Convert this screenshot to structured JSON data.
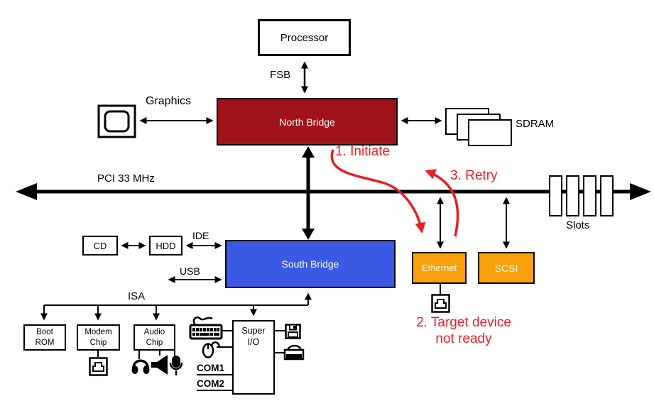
{
  "diagram": {
    "nodes": {
      "processor": "Processor",
      "north_bridge": "North Bridge",
      "south_bridge": "South Bridge",
      "ethernet": "Ethernet",
      "scsi": "SCSI",
      "cd": "CD",
      "hdd": "HDD",
      "boot_rom": {
        "line1": "Boot",
        "line2": "ROM"
      },
      "modem_chip": {
        "line1": "Modem",
        "line2": "Chip"
      },
      "audio_chip": {
        "line1": "Audio",
        "line2": "Chip"
      },
      "super_io": {
        "line1": "Super",
        "line2": "I/O"
      }
    },
    "bus_labels": {
      "fsb": "FSB",
      "graphics": "Graphics",
      "sdram": "SDRAM",
      "pci": "PCI 33 MHz",
      "slots": "Slots",
      "ide": "IDE",
      "usb": "USB",
      "isa": "ISA",
      "com1": "COM1",
      "com2": "COM2"
    },
    "annotations": {
      "step1": "1. Initiate",
      "step2_line1": "2. Target device",
      "step2_line2": "not ready",
      "step3": "3. Retry"
    },
    "colors": {
      "north_bridge_fill": "#A0121A",
      "south_bridge_fill": "#3A5AE6",
      "peripheral_fill": "#F9A00C",
      "annotation_red": "#EB1C22",
      "line_black": "#000000"
    },
    "icons": [
      "monitor-icon",
      "sdram-stack",
      "slots-icon",
      "ethernet-jack-icon",
      "modem-jack-icon",
      "headphones-icon",
      "speaker-icon",
      "microphone-icon",
      "keyboard-icon",
      "mouse-icon",
      "floppy-icon",
      "printer-icon"
    ]
  }
}
